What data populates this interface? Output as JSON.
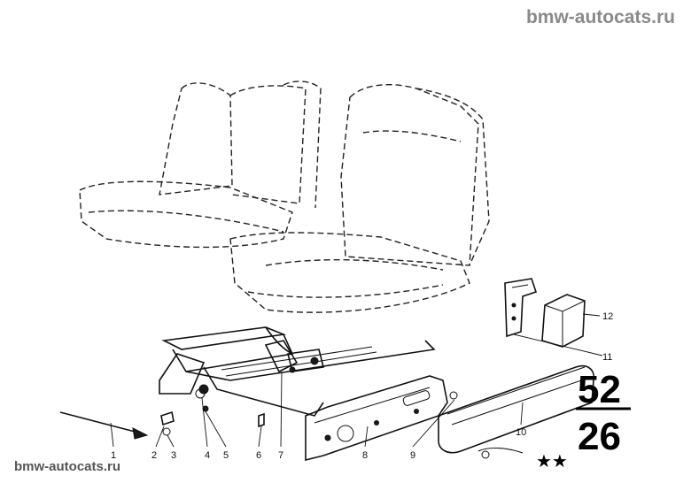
{
  "watermark_top": "bmw-autocats.ru",
  "watermark_bottom": "bmw-autocats.ru",
  "group_number": "52",
  "sub_number": "26",
  "callouts": [
    "1",
    "2",
    "3",
    "4",
    "5",
    "6",
    "7",
    "8",
    "9",
    "10",
    "11",
    "12"
  ],
  "stars": "★★"
}
